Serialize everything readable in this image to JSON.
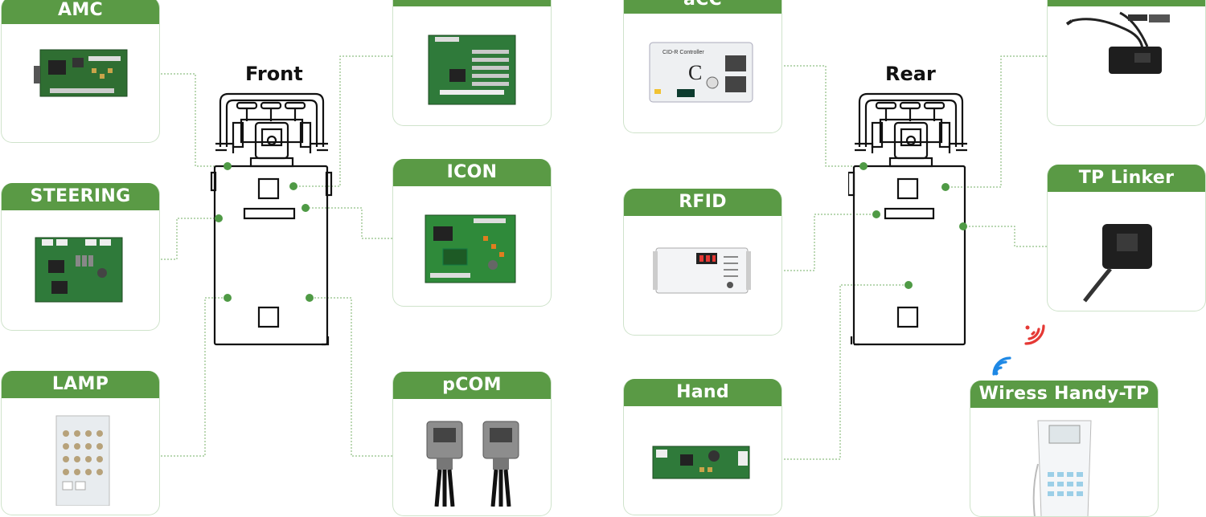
{
  "labels": {
    "front": "Front",
    "rear": "Rear"
  },
  "cards": {
    "amc": "AMC",
    "steering": "STEERING",
    "lamp": "LAMP",
    "top_middle": "",
    "icon": "ICON",
    "pcom": "pCOM",
    "acc": "aCC",
    "rfid": "RFID",
    "hand": "Hand",
    "top_right": "",
    "tp_linker": "TP Linker",
    "wireless": "Wiress Handy-TP"
  },
  "device_text": {
    "acc_panel_title": "CID-R Controller",
    "acc_letter": "C"
  },
  "colors": {
    "accent": "#5a9a45",
    "connector": "#4f9a45",
    "card_border": "#cfe3cb",
    "wifi_blue": "#1e88e5",
    "wifi_red": "#e53935"
  }
}
